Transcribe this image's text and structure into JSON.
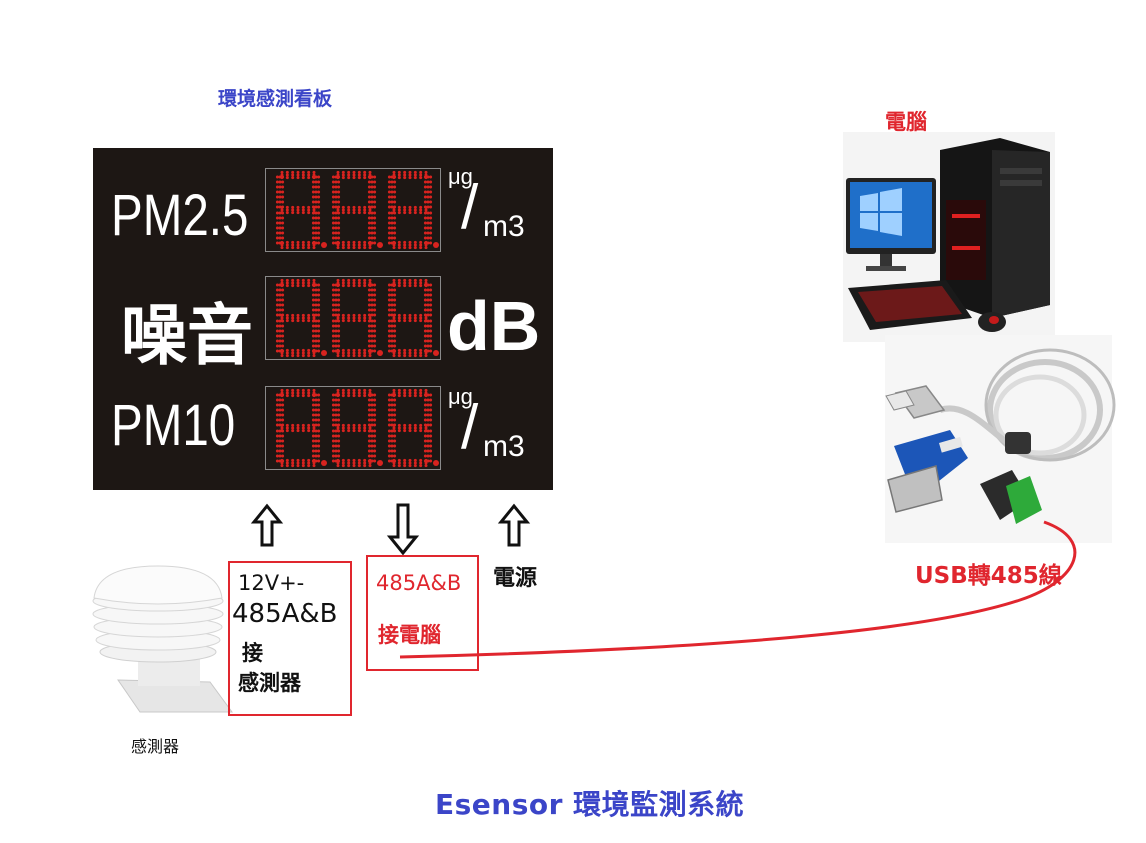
{
  "board": {
    "title": "環境感測看板",
    "rows": [
      {
        "label": "PM2.5",
        "digits": "888",
        "unit_top": "μg",
        "unit_bottom": "m3"
      },
      {
        "label": "噪音",
        "digits": "888",
        "unit": "dB"
      },
      {
        "label": "PM10",
        "digits": "888",
        "unit_top": "μg",
        "unit_bottom": "m3"
      }
    ]
  },
  "annotations": {
    "box1_line1": "12V+-",
    "box1_line2": "485A&B",
    "box1_line3": "接",
    "box1_line4": "感測器",
    "box2_line1": "485A&B",
    "box2_line2": "接電腦",
    "power": "電源"
  },
  "computer": {
    "title": "電腦"
  },
  "cable": {
    "label": "USB轉485線"
  },
  "sensor": {
    "label": "感測器"
  },
  "footer": {
    "title": "Esensor  環境監測系統"
  },
  "colors": {
    "accent_blue": "#3b45c8",
    "accent_red": "#e0262e",
    "board_bg": "#1d1714",
    "led_red": "#d8231f"
  }
}
